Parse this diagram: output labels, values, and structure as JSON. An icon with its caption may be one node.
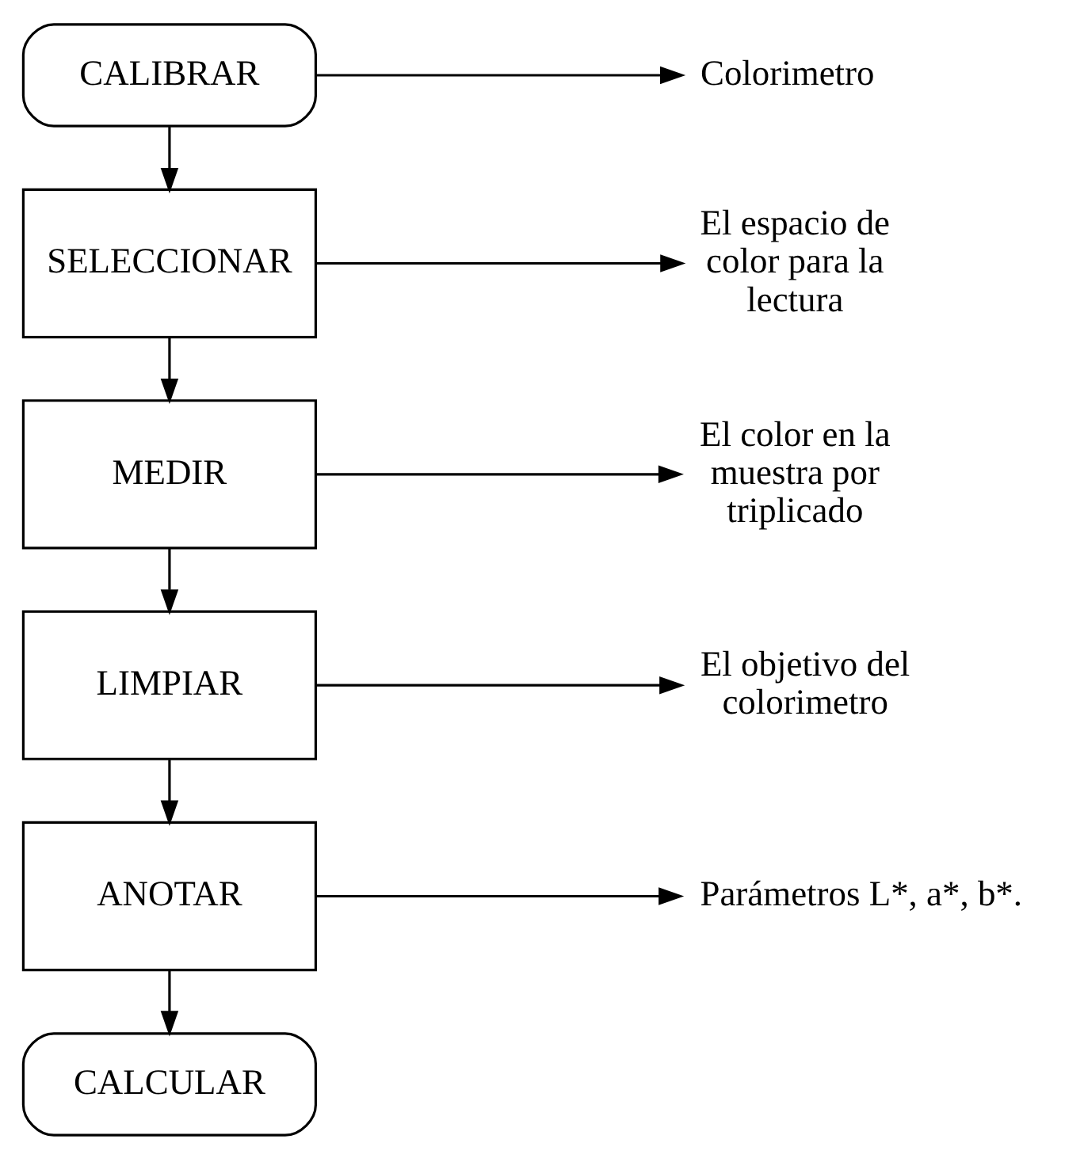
{
  "diagram": {
    "nodes": [
      {
        "text": [
          "CALIBRAR"
        ]
      },
      {
        "text": [
          "Colorimetro"
        ]
      },
      {
        "text": [
          "SELECCIONAR"
        ]
      },
      {
        "text": [
          "El espacio de color para la lectura"
        ]
      },
      {
        "text": [
          "MEDIR"
        ]
      },
      {
        "text": [
          "El color en la muestra por triplicado"
        ]
      },
      {
        "text": [
          "LIMPIAR"
        ]
      },
      {
        "text": [
          "El objetivo del colorimetro"
        ]
      },
      {
        "text": [
          "ANOTAR"
        ]
      },
      {
        "text": [
          "Parámetros L*, a*, b*."
        ]
      },
      {
        "text": [
          "CALCULAR"
        ]
      }
    ],
    "edges": [
      {
        "from": 0,
        "to": 1,
        "arrow": "to"
      },
      {
        "from": 0,
        "to": 2,
        "arrow": "to"
      },
      {
        "from": 2,
        "to": 3,
        "arrow": "to"
      },
      {
        "from": 2,
        "to": 4,
        "arrow": "to"
      },
      {
        "from": 4,
        "to": 5,
        "arrow": "to"
      },
      {
        "from": 4,
        "to": 6,
        "arrow": "to"
      },
      {
        "from": 6,
        "to": 7,
        "arrow": "to"
      },
      {
        "from": 6,
        "to": 8,
        "arrow": "to"
      },
      {
        "from": 8,
        "to": 9,
        "arrow": "to"
      },
      {
        "from": 8,
        "to": 10,
        "arrow": "to"
      }
    ]
  }
}
